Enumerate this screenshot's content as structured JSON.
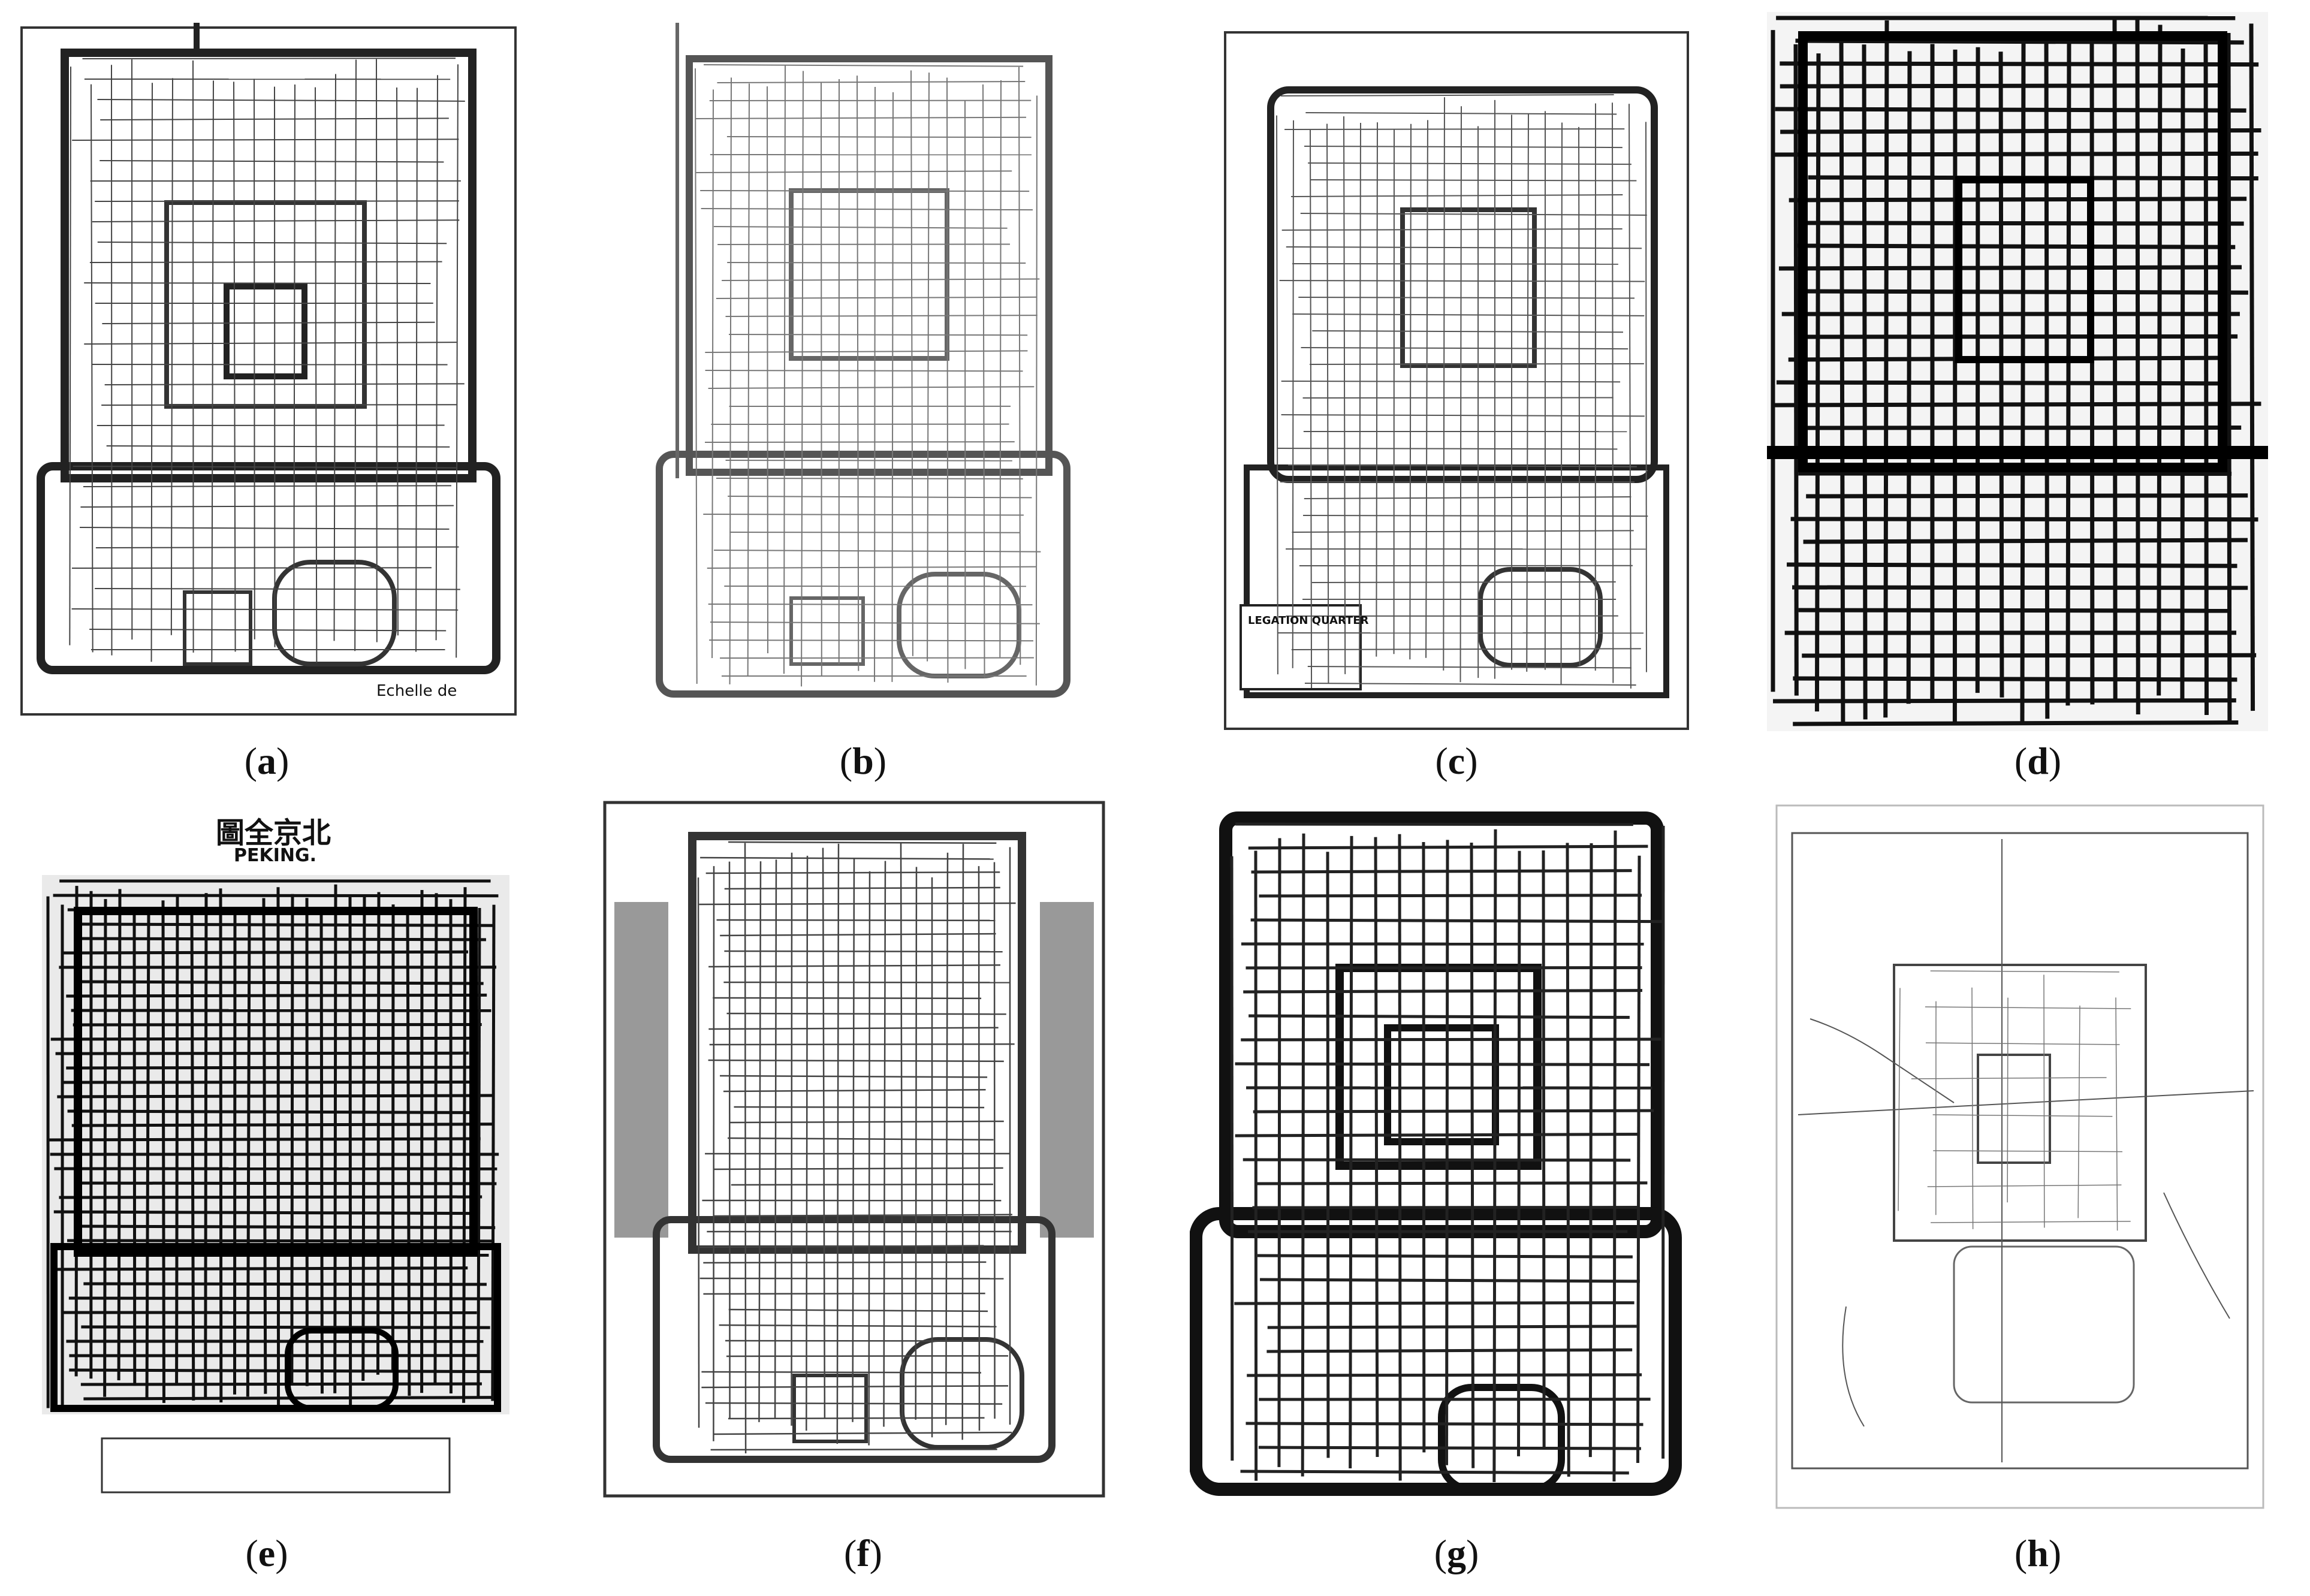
{
  "panels": [
    {
      "id": "a",
      "caption_letter": "a"
    },
    {
      "id": "b",
      "caption_letter": "b"
    },
    {
      "id": "c",
      "caption_letter": "c"
    },
    {
      "id": "d",
      "caption_letter": "d"
    },
    {
      "id": "e",
      "caption_letter": "e"
    },
    {
      "id": "f",
      "caption_letter": "f"
    },
    {
      "id": "g",
      "caption_letter": "g"
    },
    {
      "id": "h",
      "caption_letter": "h"
    }
  ],
  "map_labels": {
    "a_scale": "Echelle de",
    "c_legation": "LEGATION QUARTER",
    "e_title_cn": "圖全京北",
    "e_title_en": "PEKING."
  },
  "colors": {
    "ink": "#1a1a1a",
    "ink_light": "#6b6b6b",
    "paper": "#ffffff"
  }
}
